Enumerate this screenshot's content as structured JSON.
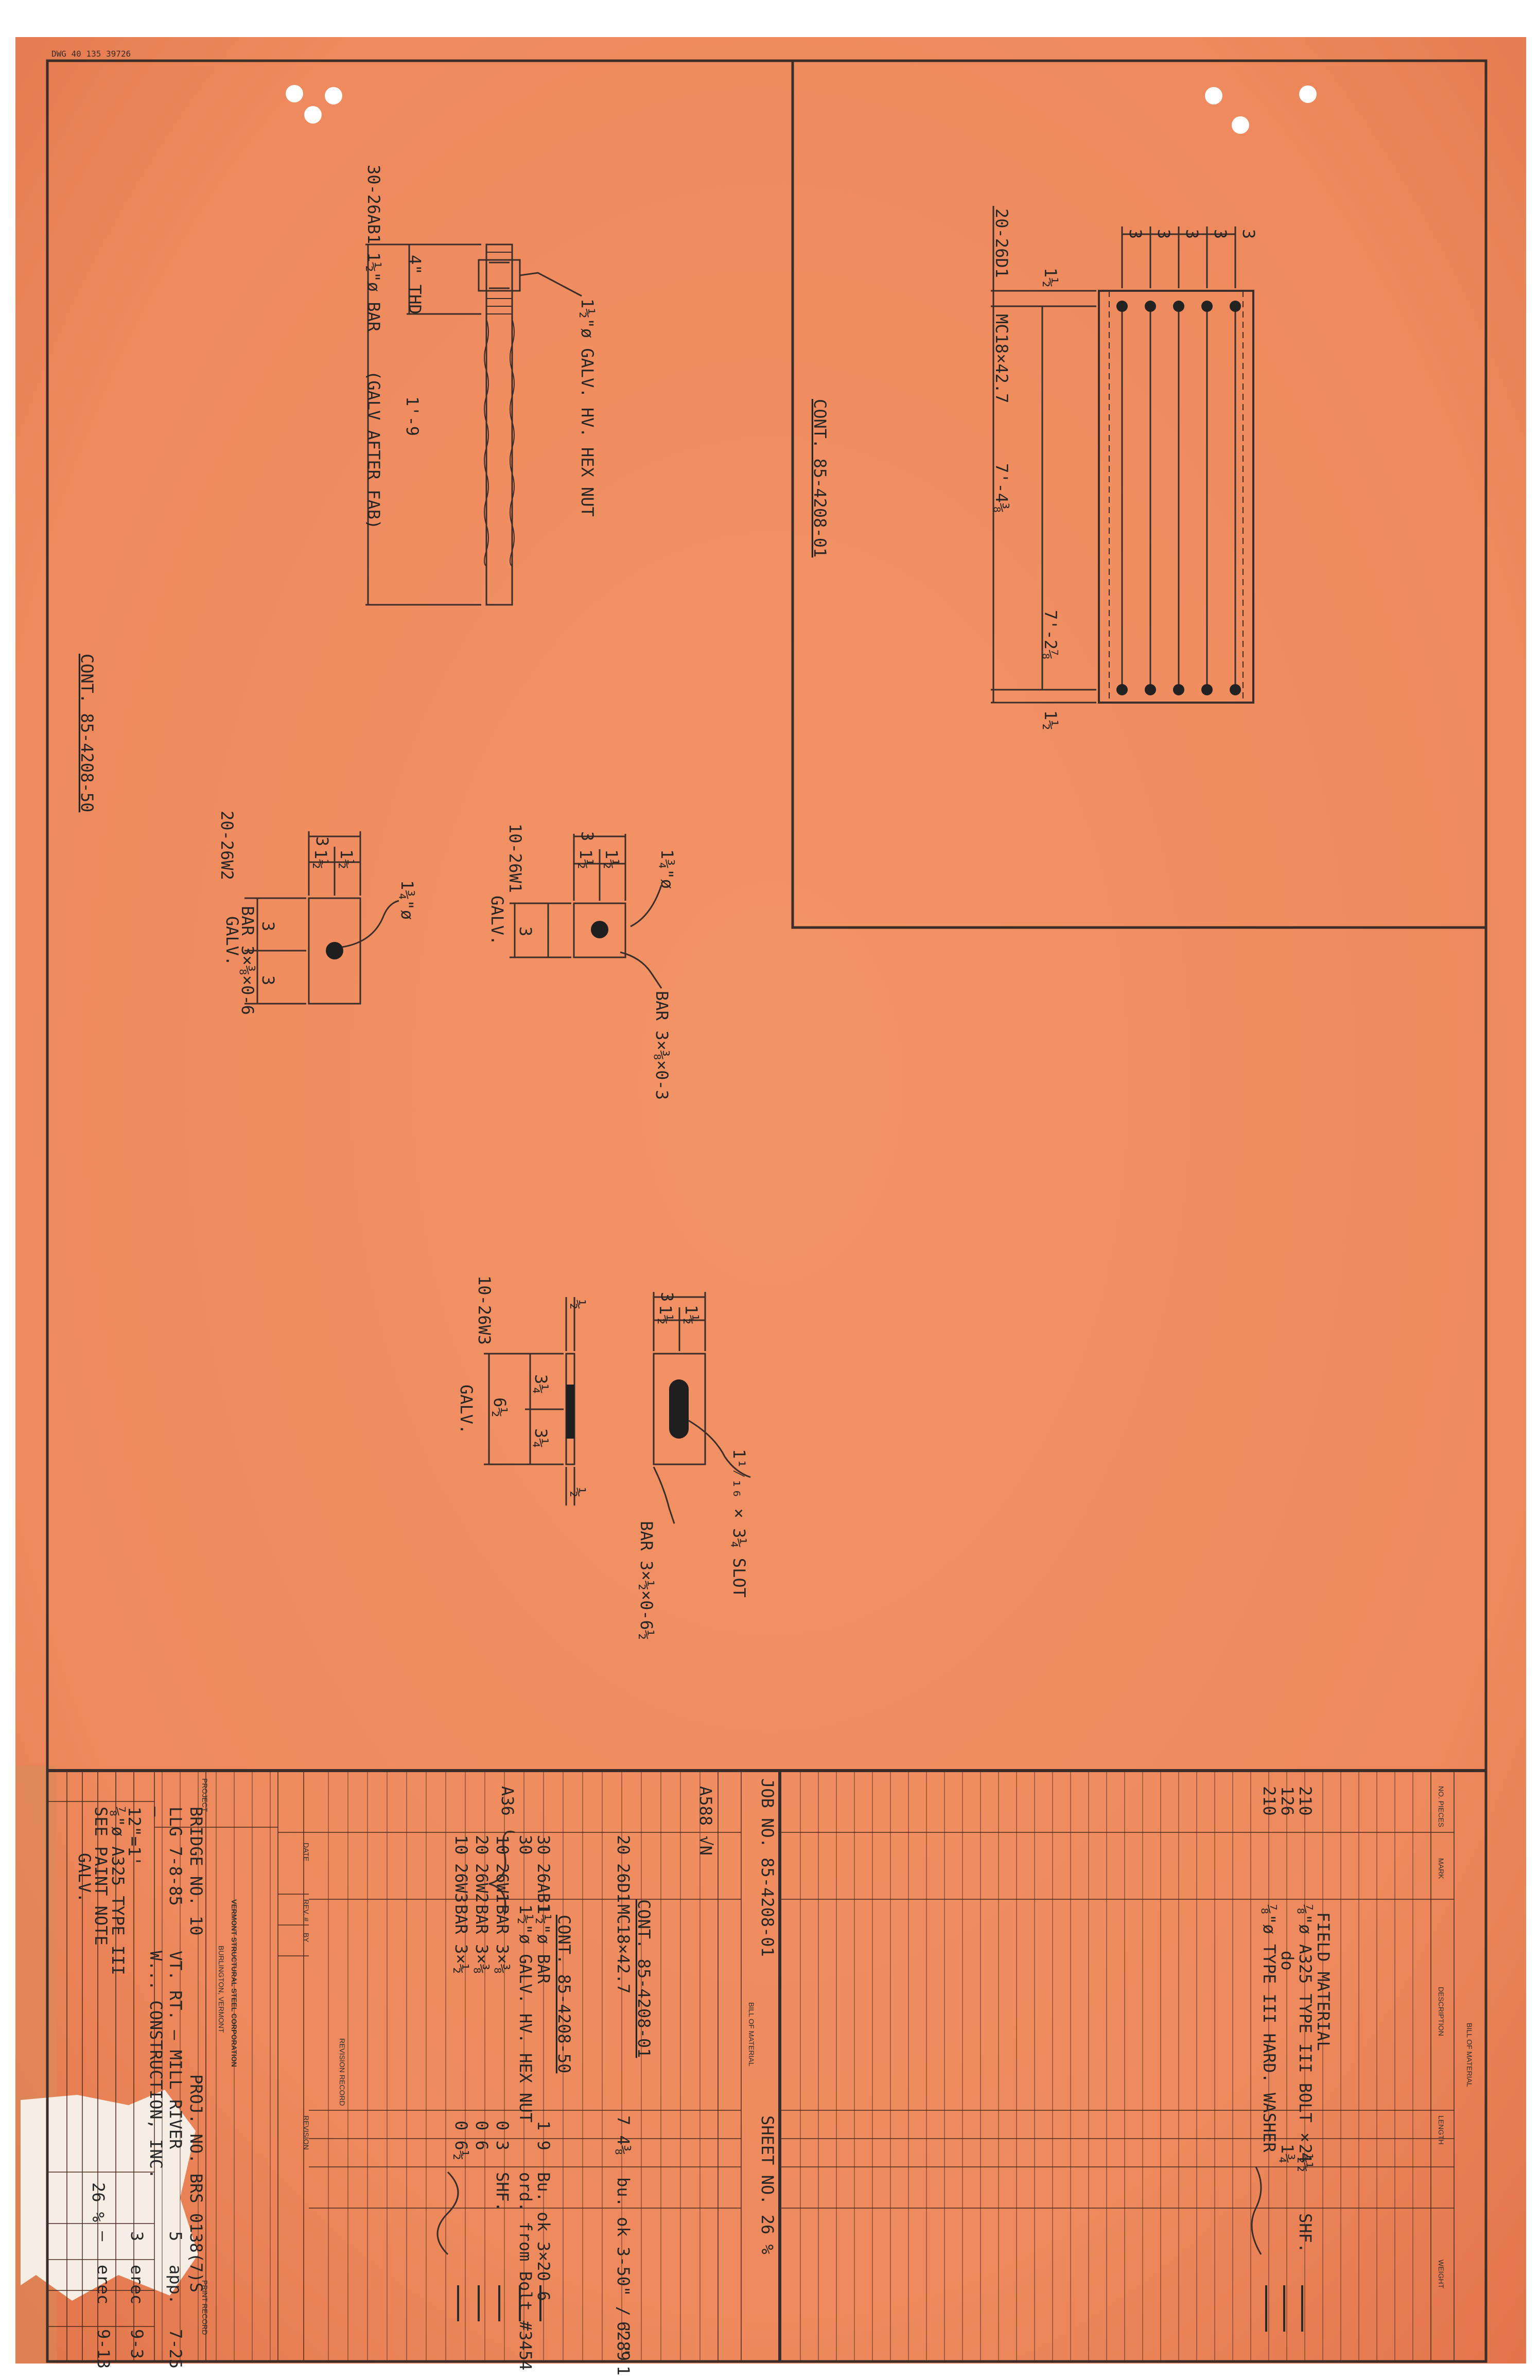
{
  "drawing_no_stamp": "DWG 40 135 39726",
  "colors": {
    "paper": "#ee8a5d",
    "paper_dark": "#de6f46",
    "ink": "#2a2a2a"
  },
  "details": {
    "main_bar": {
      "mark": "30-26AB1",
      "thread": "4\" THD",
      "bar": "1½\"ø BAR",
      "note": "(GALV AFTER FAB)",
      "length": "1'-9",
      "nut": "1½\"ø GALV. HV. HEX NUT"
    },
    "bearing_cont01": {
      "title": "CONT. 85-4208-01",
      "mark": "20-26D1",
      "section": "MC18×42.7",
      "len1": "7'-4⅜",
      "len2": "7'-2⅞",
      "end_top": "1½",
      "end_bot": "1½",
      "spacing": [
        "3",
        "3",
        "3",
        "3",
        "3"
      ]
    },
    "cont50_title": "CONT. 85-4208-50",
    "plate_w2": {
      "mark": "20-26W2",
      "desc": "BAR 3×⅜×0-6",
      "galv": "GALV.",
      "width": "3",
      "half1": "1½",
      "half2": "1½",
      "dim1": "3",
      "dim2": "3",
      "hole": "1¾\"ø"
    },
    "plate_w1": {
      "mark": "10-26W1",
      "galv": "GALV.",
      "desc": "BAR 3×⅜×0-3",
      "width": "3",
      "half1": "1½",
      "half2": "1½",
      "dim": "3",
      "hole": "1¾\"ø"
    },
    "plate_w3": {
      "mark": "10-26W3",
      "galv": "GALV.",
      "thk": "½",
      "width": "3",
      "half1": "1½",
      "half2": "1½",
      "d1": "3¼",
      "d2": "3¼",
      "total": "6½",
      "end": "½",
      "slot": "1¹⁄₁₆ × 3¼ SLOT",
      "desc": "BAR 3×½×0-6½"
    }
  },
  "bom_field": {
    "header": "BILL OF MATERIAL",
    "columns": [
      "NO. PIECES",
      "MARK",
      "DESCRIPTION",
      "LENGTH",
      "WEIGHT"
    ],
    "title": "FIELD MATERIAL",
    "rows": [
      {
        "pcs": "210",
        "desc": "⅞\"ø A325 TYPE III BOLT × 4½",
        "len": "2½"
      },
      {
        "pcs": "126",
        "desc": "do",
        "len": "1¾"
      },
      {
        "pcs": "210",
        "desc": "⅞\"ø TYPE III HARD. WASHER",
        "len": ""
      }
    ],
    "note": "SHF."
  },
  "bom_shop": {
    "header": "BILL OF MATERIAL",
    "job": "JOB NO. 85-4208-01",
    "sheet": "SHEET NO. 26 %",
    "spec": "A588 √N",
    "cont01": "CONT. 85-4208-01",
    "row_d1": {
      "pcs": "20",
      "mark": "26D1",
      "desc": "MC18×42.7",
      "len": "7 4⅜",
      "note": "bu. ok 3-50\" / \" \" 1-16-2",
      "wt": "6289"
    },
    "cont50": "CONT. 85-4208-50",
    "a36": "A36",
    "rows": [
      {
        "pcs": "30",
        "mark": "26AB1",
        "desc": "1½\"ø BAR",
        "len": "1 9",
        "note": "Bu. ok 3×20 6"
      },
      {
        "pcs": "30",
        "mark": "",
        "desc": "1½\"ø GALV. HV. HEX NUT",
        "len": "",
        "note": "ord. from Bolt #3454"
      },
      {
        "pcs": "10",
        "mark": "26W1",
        "desc": "BAR 3×⅜",
        "len": "0 3",
        "note": "SHF."
      },
      {
        "pcs": "20",
        "mark": "26W2",
        "desc": "BAR 3×⅜",
        "len": "0 6",
        "note": ""
      },
      {
        "pcs": "10",
        "mark": "26W3",
        "desc": "BAR 3×½",
        "len": "0 6½",
        "note": ""
      }
    ]
  },
  "revision": {
    "title": "REVISION RECORD",
    "cols": [
      "DATE",
      "REV. #",
      "BY",
      "REVISION"
    ]
  },
  "title_block": {
    "company": "VERMONT STRUCTURAL STEEL CORPORATION",
    "city": "BURLINGTON, VERMONT",
    "project_label": "PROJECT",
    "project": "BRIDGE NO. 10",
    "proj_no": "PROJ. NO. BRS 0138(7)S",
    "location": "VT. RT. — MILL RIVER",
    "customer": "W... CONSTRUCTION, INC.",
    "drawn": "LLG 7-8-85",
    "checked": "—",
    "scale": "12\"=1'",
    "material": "⅞\"ø A325 TYPE III",
    "paint": "SEE PAINT NOTE",
    "sheet": "26 %",
    "galv": "GALV.",
    "print_record": "PRINT RECORD",
    "print_rows": [
      {
        "no": "5",
        "for": "app.",
        "date": "7-25"
      },
      {
        "no": "3",
        "for": "erec",
        "date": "9-3"
      },
      {
        "no": "—",
        "for": "erec",
        "date": "9-13"
      }
    ]
  }
}
